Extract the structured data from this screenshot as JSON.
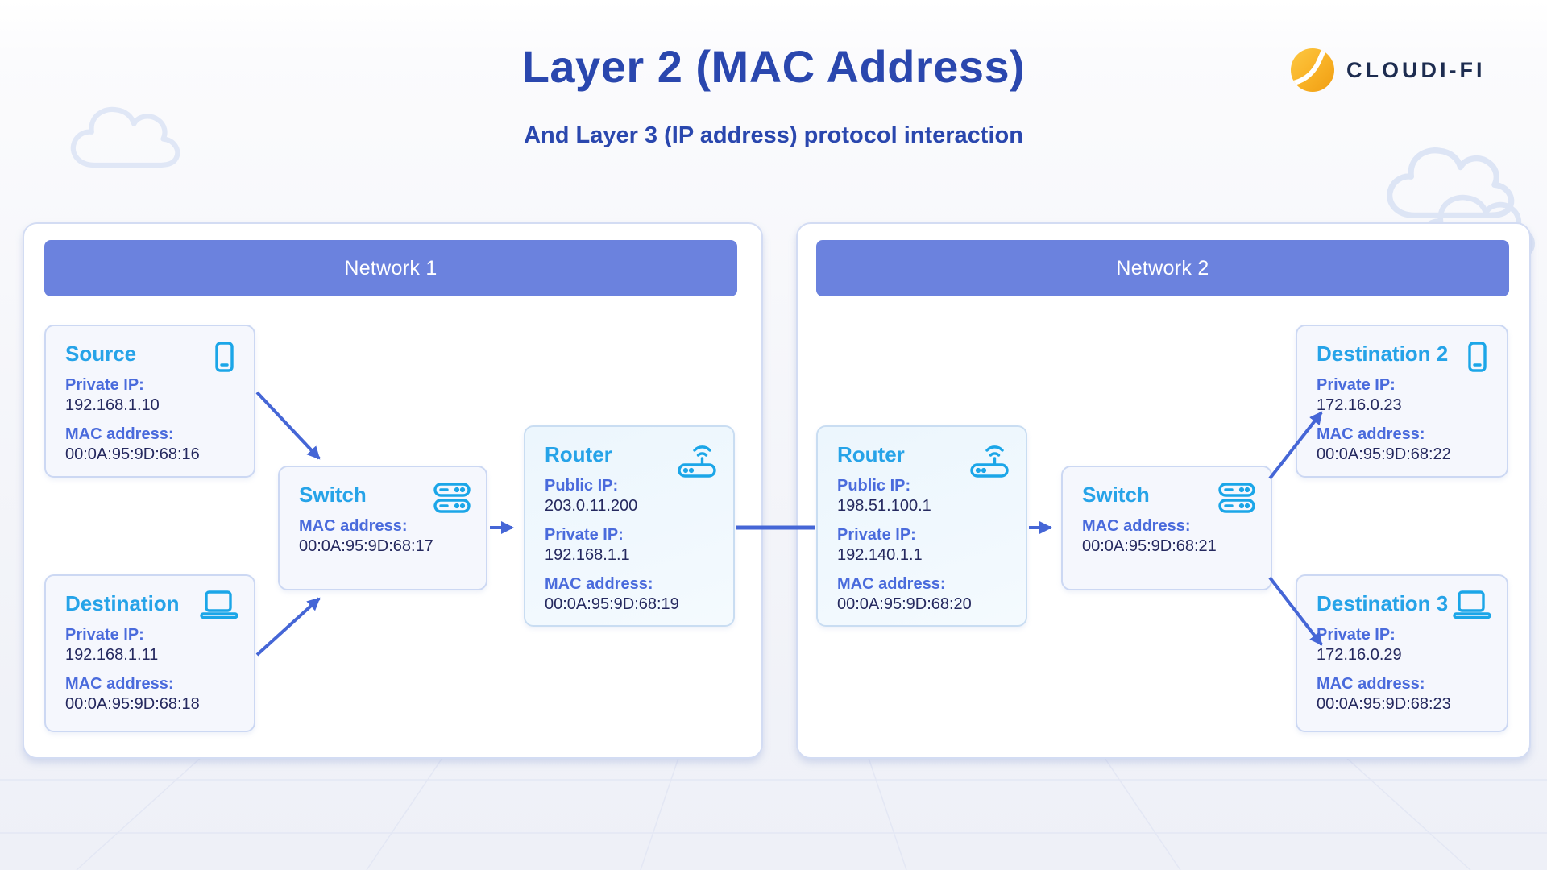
{
  "header": {
    "title": "Layer 2 (MAC Address)",
    "subtitle": "And Layer 3 (IP address) protocol interaction",
    "logo_text": "CLOUDI-FI"
  },
  "labels": {
    "private_ip": "Private IP:",
    "public_ip": "Public IP:",
    "mac": "MAC address:"
  },
  "network1": {
    "banner": "Network 1",
    "source": {
      "title": "Source",
      "icon": "smartphone-icon",
      "private_ip": "192.168.1.10",
      "mac": "00:0A:95:9D:68:16"
    },
    "destination": {
      "title": "Destination",
      "icon": "laptop-icon",
      "private_ip": "192.168.1.11",
      "mac": "00:0A:95:9D:68:18"
    },
    "switch": {
      "title": "Switch",
      "icon": "switch-icon",
      "mac": "00:0A:95:9D:68:17"
    },
    "router": {
      "title": "Router",
      "icon": "router-icon",
      "public_ip": "203.0.11.200",
      "private_ip": "192.168.1.1",
      "mac": "00:0A:95:9D:68:19"
    }
  },
  "network2": {
    "banner": "Network 2",
    "router": {
      "title": "Router",
      "icon": "router-icon",
      "public_ip": "198.51.100.1",
      "private_ip": "192.140.1.1",
      "mac": "00:0A:95:9D:68:20"
    },
    "switch": {
      "title": "Switch",
      "icon": "switch-icon",
      "mac": "00:0A:95:9D:68:21"
    },
    "destination2": {
      "title": "Destination 2",
      "icon": "smartphone-icon",
      "private_ip": "172.16.0.23",
      "mac": "00:0A:95:9D:68:22"
    },
    "destination3": {
      "title": "Destination 3",
      "icon": "laptop-icon",
      "private_ip": "172.16.0.29",
      "mac": "00:0A:95:9D:68:23"
    }
  },
  "colors": {
    "accent_cyan": "#26a3e8",
    "label_blue": "#4a6bdc",
    "value_navy": "#25295f",
    "banner_fill": "#6b82de",
    "title_blue": "#2a47ae",
    "arrow_blue": "#4566d6",
    "logo_yellow": "#f8b125",
    "logo_navy": "#1d2c50"
  }
}
